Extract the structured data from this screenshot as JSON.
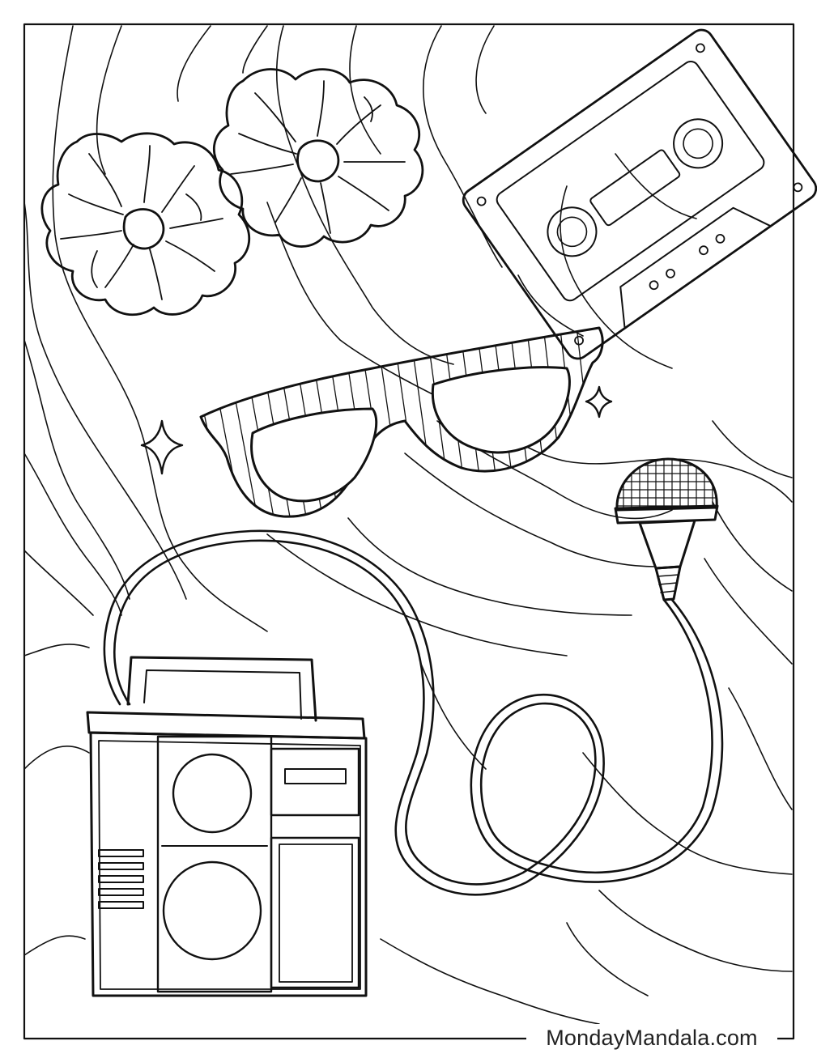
{
  "page": {
    "watermark": "MondayMandala.com"
  },
  "colors": {
    "ink": "#111111",
    "paper": "#ffffff"
  },
  "illustrations": [
    "scrunchie",
    "scrunchie",
    "cassette-tape",
    "sunglasses",
    "sparkle",
    "sparkle",
    "microphone",
    "boombox"
  ]
}
